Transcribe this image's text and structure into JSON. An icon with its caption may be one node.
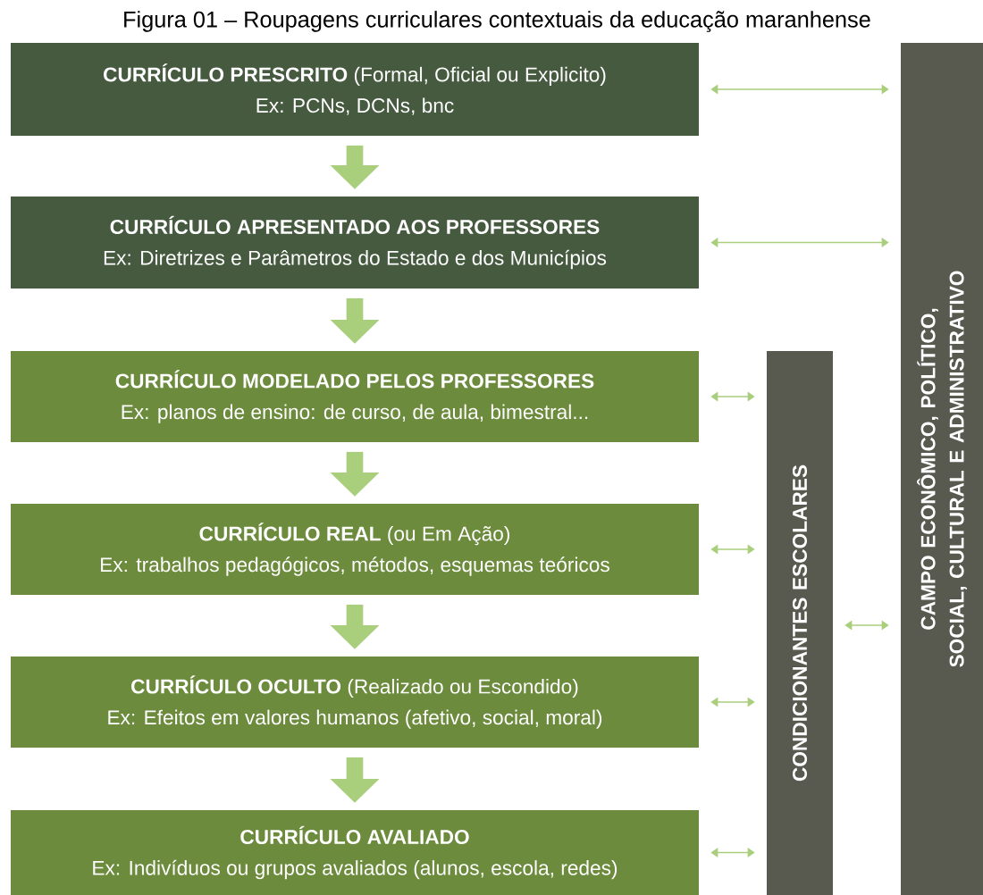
{
  "diagram": {
    "title": "Figura 01 – Roupagens curriculares contextuais da educação maranhense",
    "nodes": [
      {
        "text": [
          "**CURRÍCULO PRESCRITO** (Formal, Oficial ou Explicito)",
          "Ex: PCNs, DCNs, bnc"
        ]
      },
      {
        "text": [
          "CURRÍCULO APRESENTADO AOS PROFESSORES",
          "Ex: Diretrizes e Parâmetros do Estado e dos Municípios"
        ]
      },
      {
        "text": [
          "CURRÍCULO MODELADO PELOS PROFESSORES",
          "Ex: planos de ensino: de curso, de aula, bimestral..."
        ]
      },
      {
        "text": [
          "**CURRÍCULO REAL** (ou Em Ação)",
          "Ex: trabalhos pedagógicos, métodos, esquemas teóricos"
        ]
      },
      {
        "text": [
          "**CURRÍCULO OCULTO** (Realizado ou Escondido)",
          "Ex: Efeitos em valores humanos (afetivo, social, moral)"
        ]
      },
      {
        "text": [
          "CURRÍCULO AVALIADO",
          "Ex: Indivíduos ou grupos avaliados (alunos, escola, redes)"
        ]
      },
      {
        "text": [
          "CONDICIONANTES ESCOLARES"
        ]
      },
      {
        "text": [
          "CAMPO ECONÔMICO, POLÍTICO, SOCIAL, CULTURAL E ADMINISTRATIVO"
        ]
      }
    ],
    "edges": [
      {
        "from": 0,
        "to": 1,
        "arrow": "to",
        "style": "thick"
      },
      {
        "from": 1,
        "to": 2,
        "arrow": "to",
        "style": "thick"
      },
      {
        "from": 2,
        "to": 3,
        "arrow": "to",
        "style": "thick"
      },
      {
        "from": 3,
        "to": 4,
        "arrow": "to",
        "style": "thick"
      },
      {
        "from": 4,
        "to": 5,
        "arrow": "to",
        "style": "thick"
      },
      {
        "from": 0,
        "to": 7,
        "arrow": "both"
      },
      {
        "from": 1,
        "to": 7,
        "arrow": "both"
      },
      {
        "from": 2,
        "to": 6,
        "arrow": "both"
      },
      {
        "from": 3,
        "to": 6,
        "arrow": "both"
      },
      {
        "from": 4,
        "to": 6,
        "arrow": "both"
      },
      {
        "from": 5,
        "to": 6,
        "arrow": "both"
      },
      {
        "from": 6,
        "to": 7,
        "arrow": "both"
      }
    ]
  }
}
